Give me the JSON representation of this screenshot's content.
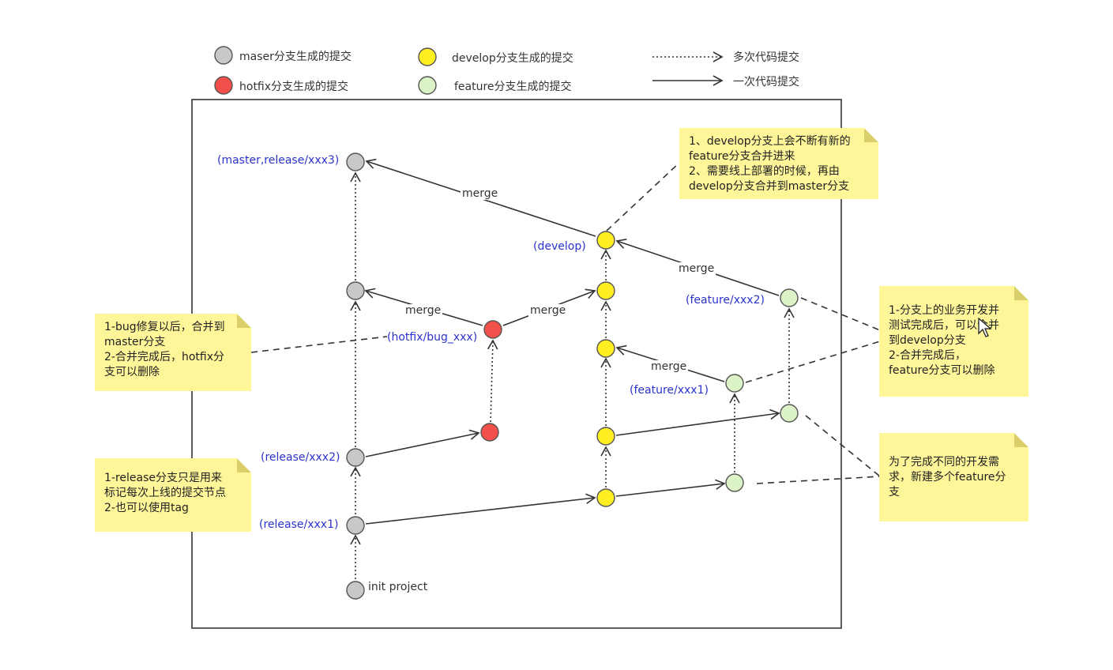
{
  "colors": {
    "master": "#c8c8c8",
    "develop": "#ffee22",
    "hotfix": "#f2504a",
    "feature": "#dcf3c8",
    "note": "#fff69a",
    "label_blue": "#2a33cc"
  },
  "legend": {
    "master": "maser分支生成的提交",
    "hotfix": "hotfix分支生成的提交",
    "develop": "develop分支生成的提交",
    "feature": "feature分支生成的提交",
    "dotted": "多次代码提交",
    "solid": "一次代码提交"
  },
  "branch_labels": {
    "master_release3": "(master,release/xxx3)",
    "develop": "(develop)",
    "feature2": "(feature/xxx2)",
    "hotfix": "(hotfix/bug_xxx)",
    "feature1": "(feature/xxx1)",
    "release2": "(release/xxx2)",
    "release1": "(release/xxx1)",
    "init": "init project"
  },
  "edge_labels": {
    "merge_master": "merge",
    "merge_develop": "merge",
    "merge_hotfix_master": "merge",
    "merge_hotfix_develop": "merge",
    "merge_feature1": "merge"
  },
  "notes": {
    "develop": [
      "1、develop分支上会不断有新的",
      "feature分支合并进来",
      "2、需要线上部署的时候，再由",
      "develop分支合并到master分支"
    ],
    "hotfix": [
      "1-bug修复以后，合并到",
      "master分支",
      "2-合并完成后，hotfix分",
      "支可以删除"
    ],
    "release": [
      "1-release分支只是用来",
      "标记每次上线的提交节点",
      "2-也可以使用tag"
    ],
    "feature_merge": [
      "1-分支上的业务开发并",
      "测试完成后，可以合并",
      "到develop分支",
      "2-合并完成后，",
      "feature分支可以删除"
    ],
    "feature_new": [
      "为了完成不同的开发需",
      "求，新建多个feature分",
      "支"
    ]
  }
}
